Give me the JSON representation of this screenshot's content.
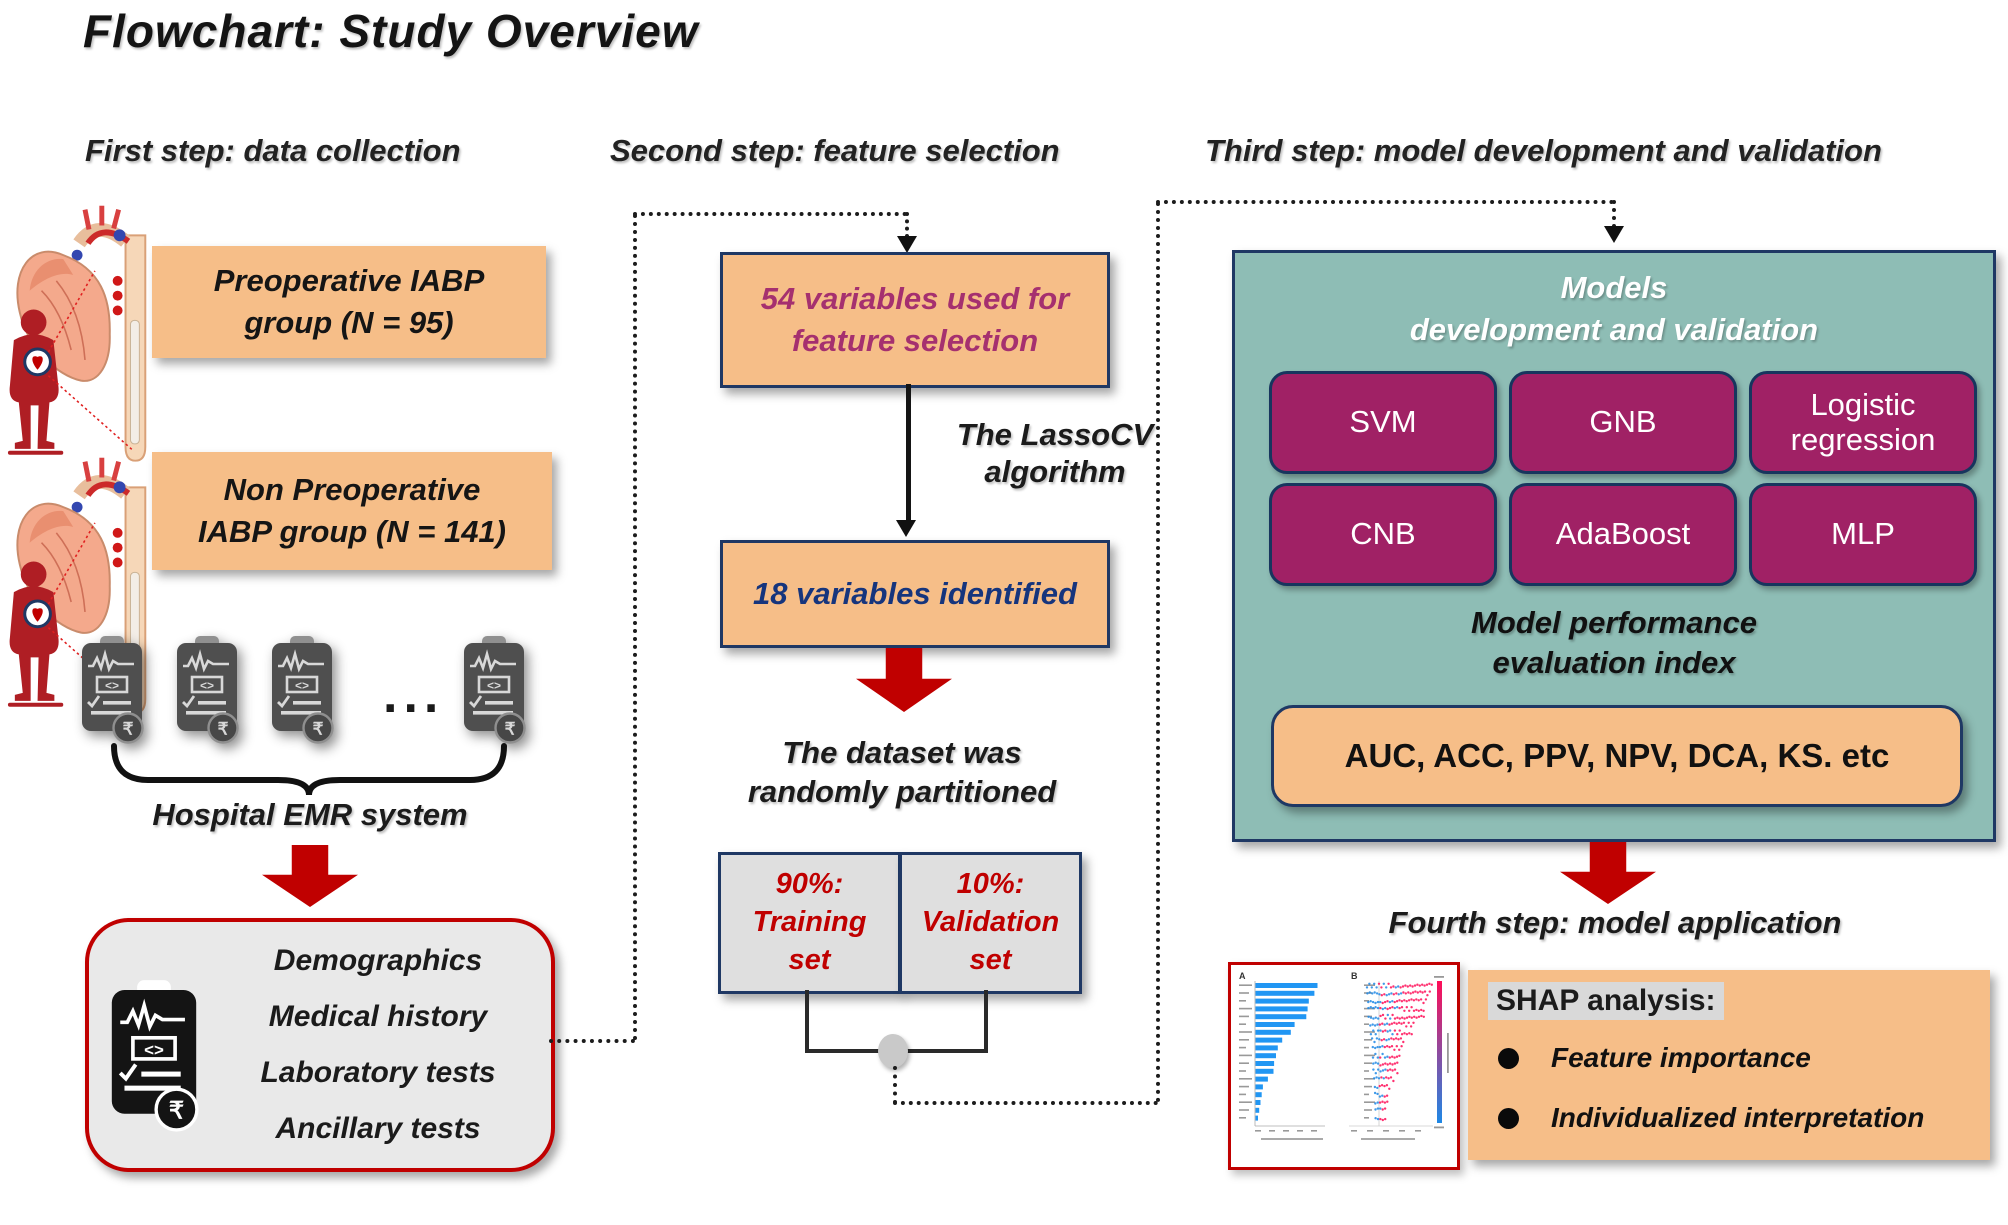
{
  "title": "Flowchart: Study Overview",
  "icons": {
    "code_glyph": "<>",
    "rupee_glyph": "₹"
  },
  "colors": {
    "orange_fill": "#F6BE88",
    "teal_fill": "#8EBDB5",
    "magenta_fill": "#A02165",
    "navy_border": "#1F3864",
    "red_accent": "#C00000",
    "purple_text": "#A5306F",
    "navy_text": "#16357D",
    "gray_fill": "#E9E9E9"
  },
  "step1": {
    "header": "First step: data collection",
    "preop": {
      "line1": "Preoperative IABP",
      "line2": "group (N = 95)"
    },
    "nonpreop": {
      "line1": "Non Preoperative",
      "line2": "IABP group (N = 141)"
    },
    "ellipsis": "...",
    "emr_label": "Hospital EMR system",
    "data_box": {
      "items": [
        "Demographics",
        "Medical history",
        "Laboratory tests",
        "Ancillary tests"
      ]
    }
  },
  "step2": {
    "header": "Second step: feature selection",
    "box_54": {
      "line1": "54 variables used for",
      "line2": "feature selection"
    },
    "lasso": {
      "line1": "The LassoCV",
      "line2": "algorithm"
    },
    "box_18": "18 variables identified",
    "partition": {
      "line1": "The dataset was",
      "line2": "randomly partitioned"
    },
    "training": {
      "line1": "90%:",
      "line2": "Training",
      "line3": "set"
    },
    "validation": {
      "line1": "10%:",
      "line2": "Validation",
      "line3": "set"
    }
  },
  "step3": {
    "header": "Third step: model development and validation",
    "panel_title": {
      "line1": "Models",
      "line2": "development and validation"
    },
    "models": [
      "SVM",
      "GNB",
      "Logistic regression",
      "CNB",
      "AdaBoost",
      "MLP"
    ],
    "perf_title": {
      "line1": "Model performance",
      "line2": "evaluation index"
    },
    "metrics": "AUC, ACC, PPV, NPV, DCA, KS. etc"
  },
  "step4": {
    "header": "Fourth step: model application",
    "shap_title": "SHAP analysis:",
    "bullets": [
      "Feature importance",
      "Individualized interpretation"
    ],
    "thumbnail": {
      "panel_a_label": "A",
      "panel_b_label": "B",
      "bar_color": "#2196F3",
      "dot_colors": [
        "#FF0D57",
        "#1E88E5"
      ],
      "bar_values": [
        1.0,
        0.95,
        0.86,
        0.84,
        0.82,
        0.63,
        0.57,
        0.43,
        0.36,
        0.33,
        0.3,
        0.29,
        0.2,
        0.12,
        0.1,
        0.08,
        0.06,
        0.04
      ]
    }
  }
}
